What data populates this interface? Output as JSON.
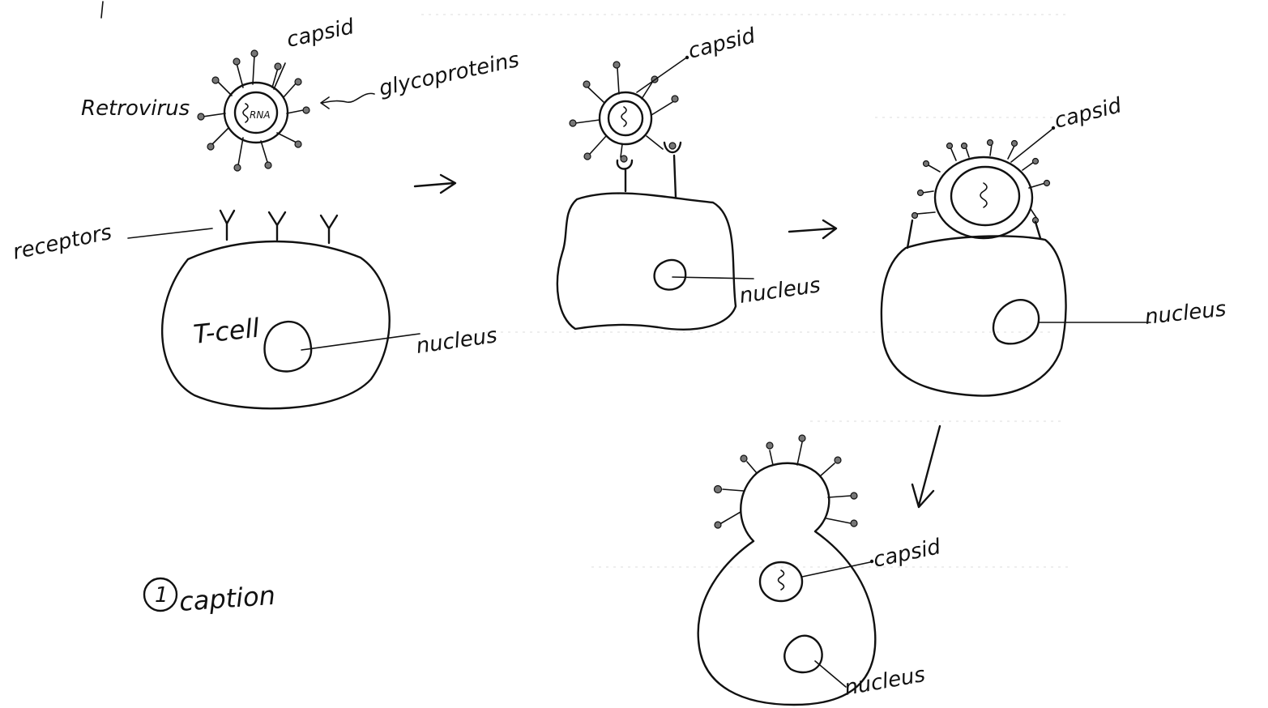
{
  "labels": {
    "retrovirus": "Retrovirus",
    "capsid": "capsid",
    "glycoproteins": "glycoproteins",
    "rna": "RNA",
    "receptors": "receptors",
    "t_cell": "T-cell",
    "nucleus": "nucleus",
    "caption": "caption",
    "caption_number": "1"
  },
  "colors": {
    "ink": "#111111",
    "paper": "#ffffff",
    "knob_fill": "#777777"
  }
}
